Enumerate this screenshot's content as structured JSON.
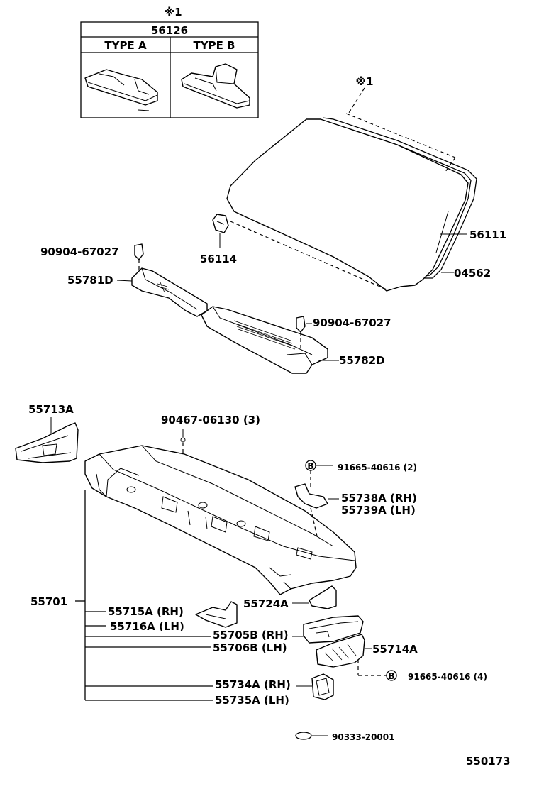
{
  "inset": {
    "mark": "※1",
    "part_no": "56126",
    "types": [
      "TYPE A",
      "TYPE B"
    ]
  },
  "windshield_mark": "※1",
  "labels": {
    "windshield_glass": "56111",
    "weatherstrip": "04562",
    "stopper": "56114",
    "clip_left": "90904-67027",
    "cowl_top_left": "55781D",
    "clip_right": "90904-67027",
    "cowl_top_right": "55782D",
    "bracket_upper": "55713A",
    "grommet": "90467-06130 (3)",
    "bolt_upper_mark": "B",
    "bolt_upper": "91665-40616 (2)",
    "brace_rh": "55738A (RH)",
    "brace_lh": "55739A (LH)",
    "cowl_panel_sub": "55701",
    "bracket_lower": "55724A",
    "ext_rh": "55715A (RH)",
    "ext_lh": "55716A (LH)",
    "side_rh": "55705B (RH)",
    "side_lh": "55706B (LH)",
    "reinf": "55714A",
    "bolt_lower_mark": "B",
    "bolt_lower": "91665-40616 (4)",
    "gusset_rh": "55734A (RH)",
    "gusset_lh": "55735A (LH)",
    "plug": "90333-20001"
  },
  "figure_no": "550173"
}
